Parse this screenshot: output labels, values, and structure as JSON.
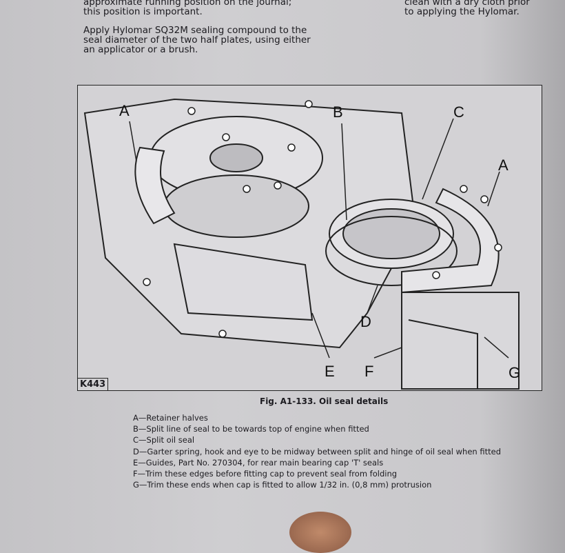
{
  "text": {
    "left_para_1": "approximate running position on the journal; this position is important.",
    "left_para_2": "Apply Hylomar SQ32M sealing compound to the seal diameter of the two half plates, using either an applicator or a brush.",
    "right_para_1": "clean with a dry cloth prior to applying the Hylomar."
  },
  "figure": {
    "number_label": "K443",
    "labels": {
      "a1": "A",
      "b": "B",
      "c": "C",
      "a2": "A",
      "d": "D",
      "e": "E",
      "f": "F",
      "g": "G"
    },
    "caption": "Fig. A1-133.  Oil seal details",
    "legend": [
      "A—Retainer halves",
      "B—Split line of seal to be towards top of engine when fitted",
      "C—Split oil seal",
      "D—Garter spring, hook and eye to be midway between split and hinge of oil seal when fitted",
      "E—Guides, Part No. 270304, for rear main bearing cap 'T' seals",
      "F—Trim these edges before fitting cap to prevent seal from folding",
      "G—Trim these ends when cap is fitted to allow 1/32 in. (0,8 mm) protrusion"
    ]
  }
}
